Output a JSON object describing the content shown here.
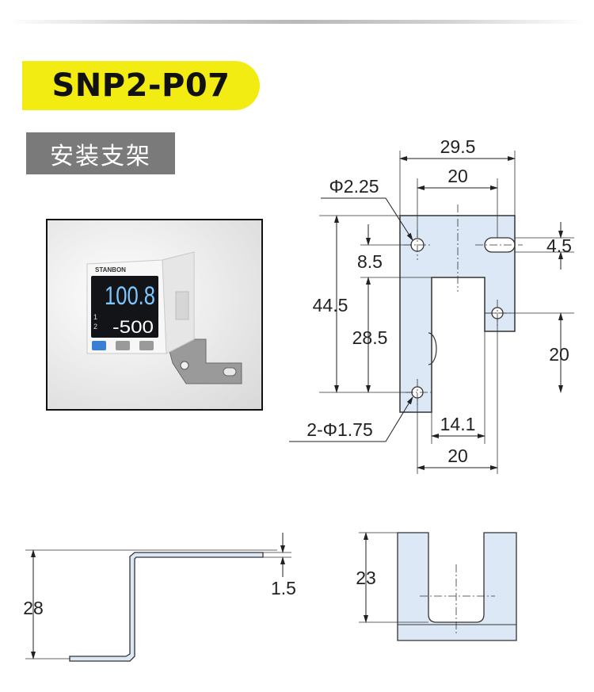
{
  "model": "SNP2-P07",
  "section_title": "安装支架",
  "product": {
    "brand": "STANBON",
    "main_reading": "100.8",
    "sub_reading": "-500",
    "channel_1": "1",
    "channel_2": "2"
  },
  "front_view": {
    "width_total": "29.5",
    "width_holes": "20",
    "hole_dia": "Φ2.25",
    "slot_width": "4.5",
    "top_hole_offset": "8.5",
    "height_total": "44.5",
    "slot_depth": "28.5",
    "side_hole_height": "20",
    "bottom_holes": "2-Φ1.75",
    "slot_offset": "14.1",
    "bottom_spacing": "20"
  },
  "side_view": {
    "height": "28",
    "thickness": "1.5"
  },
  "bottom_view": {
    "height": "23"
  },
  "colors": {
    "highlight": "#f3ec12",
    "section_bg": "#7a7a7a",
    "part_fill": "#dce8f5",
    "line": "#222222"
  }
}
